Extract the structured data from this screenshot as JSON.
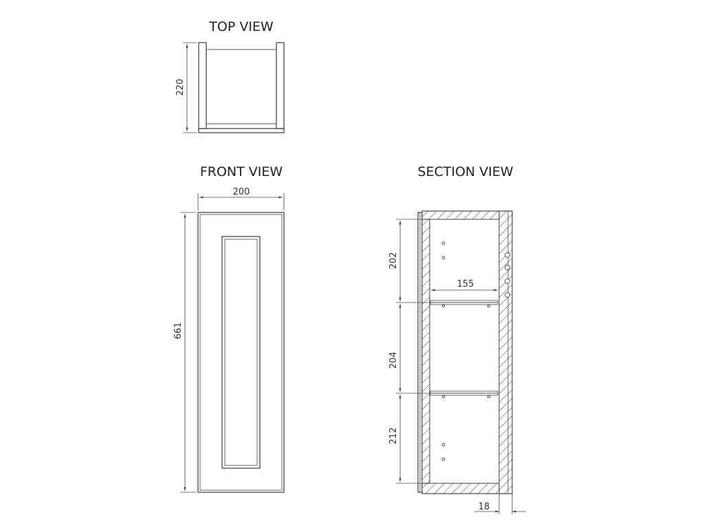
{
  "views": {
    "top": {
      "title": "TOP VIEW",
      "depth_dim": "220"
    },
    "front": {
      "title": "FRONT VIEW",
      "width_dim": "200",
      "height_dim": "661"
    },
    "section": {
      "title": "SECTION VIEW",
      "compartment_dims": [
        "202",
        "204",
        "212"
      ],
      "shelf_depth_dim": "155",
      "panel_thickness_dim": "18"
    }
  },
  "colors": {
    "line": "#3a3a3a",
    "background": "#ffffff"
  }
}
